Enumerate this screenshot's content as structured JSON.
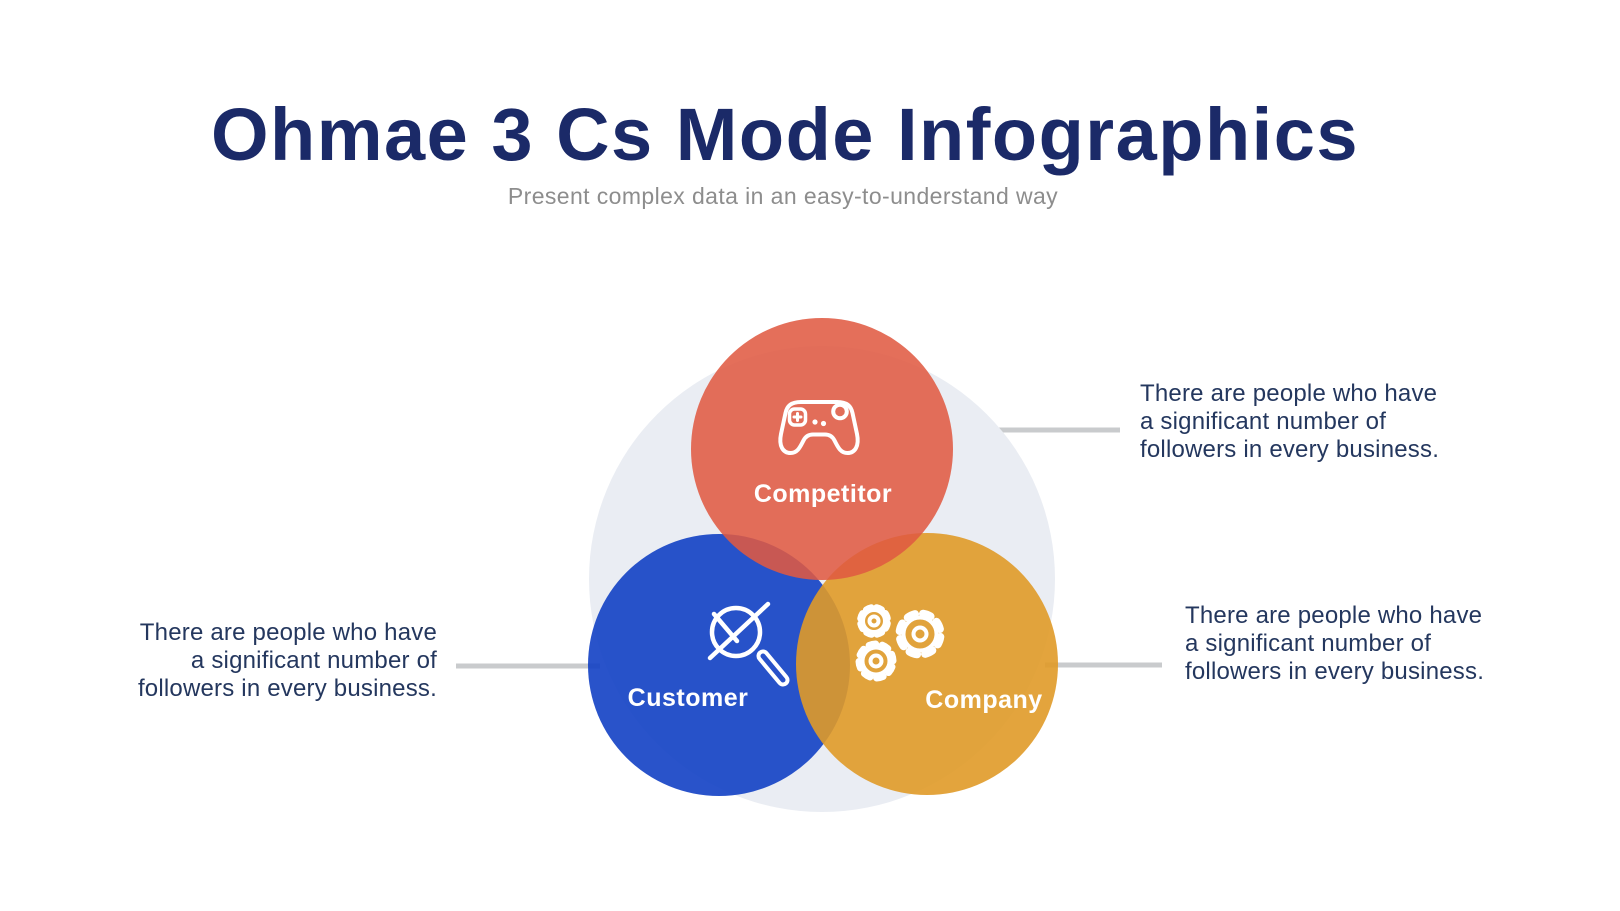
{
  "slide": {
    "title": "Ohmae 3 Cs Mode Infographics",
    "subtitle": "Present complex data in an easy-to-understand way"
  },
  "diagram": {
    "type": "venn-3-circles",
    "background_circle_color": "#EAEDF3",
    "connector_color": "#C9CBCD",
    "label_text_color": "#FFFFFF",
    "circles": [
      {
        "label": "Competitor",
        "fill": "#E05A42",
        "icon": "game-controller-icon"
      },
      {
        "label": "Customer",
        "fill": "#1240C4",
        "icon": "magnifier-analytics-icon"
      },
      {
        "label": "Company",
        "fill": "#E09A28",
        "icon": "gears-icon"
      }
    ]
  },
  "annotations": [
    {
      "position": "top-right",
      "text": "There are people who have\na significant number of\nfollowers in every business."
    },
    {
      "position": "left",
      "text": "There are people who have\na significant number of\nfollowers in every business."
    },
    {
      "position": "bottom-right",
      "text": "There are people who have\na significant number of\nfollowers in every business."
    }
  ],
  "colors": {
    "title_text": "#1B2A68",
    "subtitle_text": "#8D8D8D",
    "annotation_text": "#24375E"
  }
}
